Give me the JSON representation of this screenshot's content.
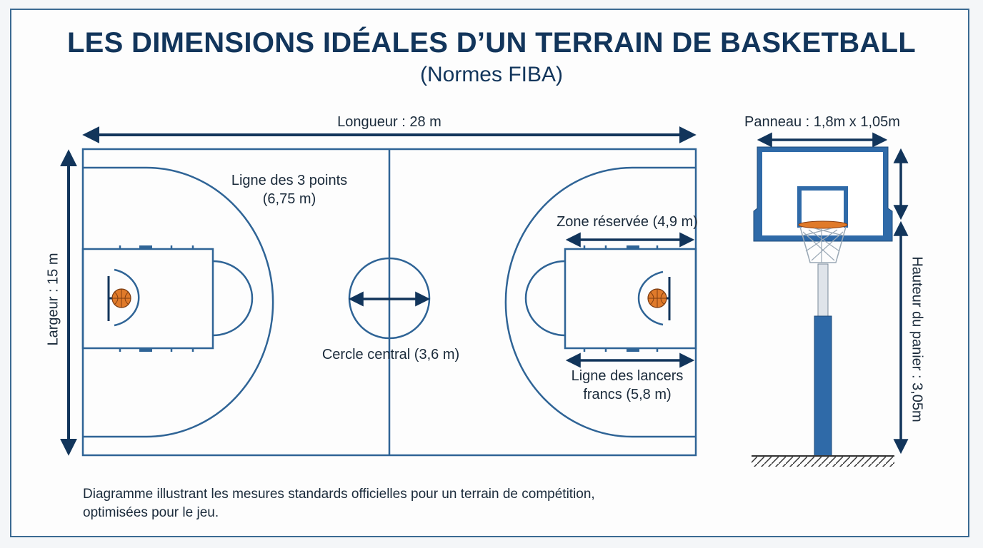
{
  "header": {
    "title": "LES DIMENSIONS IDÉALES D’UN TERRAIN DE BASKETBALL",
    "subtitle": "(Normes FIBA)"
  },
  "court": {
    "length_label": "Longueur : 28 m",
    "width_label": "Largeur : 15 m",
    "three_point_label_line1": "Ligne des 3 points",
    "three_point_label_line2": "(6,75 m)",
    "center_circle_label": "Cercle central (3,6 m)",
    "restricted_zone_label": "Zone réservée (4,9 m)",
    "free_throw_label_line1": "Ligne des lancers",
    "free_throw_label_line2": "francs (5,8 m)"
  },
  "hoop": {
    "backboard_label": "Panneau : 1,8m x 1,05m",
    "height_label": "Hauteur du panier : 3,05m"
  },
  "caption": {
    "line1": "Diagramme illustrant les mesures standards officielles pour un terrain de compétition,",
    "line2": "optimisées pour le jeu."
  },
  "colors": {
    "court_line": "#2f6496",
    "arrow": "#12355b",
    "ball": "#e07a2a",
    "pole": "#2f6aa8"
  }
}
